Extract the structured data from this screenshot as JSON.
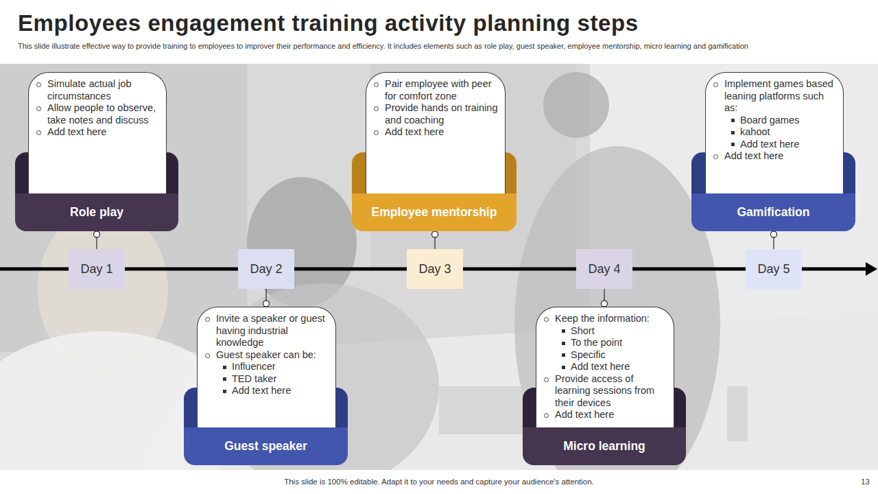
{
  "diagram": {
    "title": "Employees engagement training activity planning steps",
    "caption": "This slide illustrate effective way to provide training to employees to improver their performance and efficiency. It includes elements such as role play, guest speaker, employee mentorship, micro learning and gamification",
    "nodes": [
      {
        "text": [
          "Role play"
        ]
      },
      {
        "text": [
          "Simulate actual job circumstances",
          "Allow people to observe, take notes and discuss",
          "Add text here"
        ],
        "in": 0
      },
      {
        "text": [
          "Day 1"
        ]
      },
      {
        "text": [
          "Day 2"
        ]
      },
      {
        "text": [
          "Guest speaker"
        ]
      },
      {
        "text": [
          "Invite a speaker or guest having industrial knowledge",
          "Guest speaker can be:",
          "Influencer",
          "TED taker",
          "Add text here"
        ],
        "in": 4
      },
      {
        "text": [
          "Employee mentorship"
        ]
      },
      {
        "text": [
          "Pair employee with peer for comfort zone",
          "Provide hands on training and coaching",
          "Add text here"
        ],
        "in": 6
      },
      {
        "text": [
          "Day 3"
        ]
      },
      {
        "text": [
          "Day 4"
        ]
      },
      {
        "text": [
          "Micro learning"
        ]
      },
      {
        "text": [
          "Keep the information:",
          "Short",
          "To the point",
          "Specific",
          "Add text here",
          "Provide access of learning sessions from their devices",
          "Add text here"
        ],
        "in": 10
      },
      {
        "text": [
          "Gamification"
        ]
      },
      {
        "text": [
          "Implement games based leaning platforms such as:",
          "Board games",
          "kahoot",
          "Add text here",
          "Add text here"
        ],
        "in": 12
      },
      {
        "text": [
          "Day 5"
        ]
      }
    ],
    "edges": [
      {
        "from": 0,
        "to": 2,
        "arrow": "none"
      },
      {
        "from": 3,
        "to": 5,
        "arrow": "none"
      },
      {
        "from": 6,
        "to": 8,
        "arrow": "none"
      },
      {
        "from": 9,
        "to": 11,
        "arrow": "none"
      },
      {
        "from": 12,
        "to": 14,
        "arrow": "none"
      }
    ],
    "labels": [
      "This slide is 100% editable. Adapt it to your needs and capture your audience's attention.",
      "13"
    ]
  }
}
